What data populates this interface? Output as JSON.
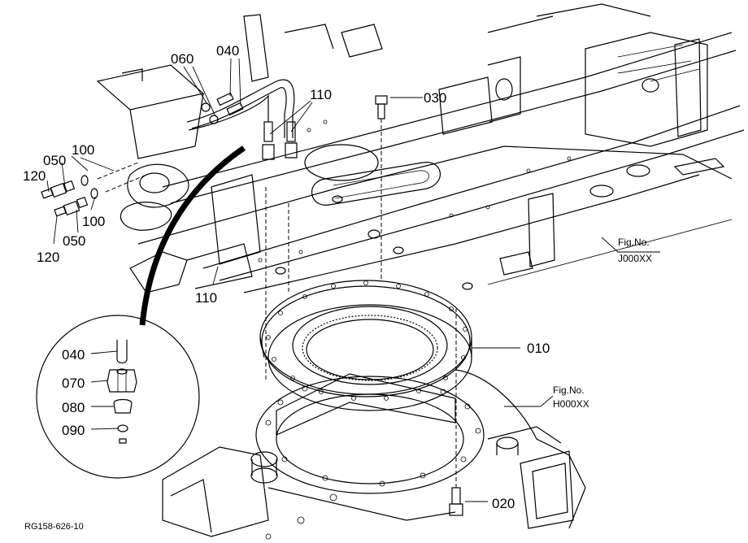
{
  "callouts": {
    "c060": "060",
    "c040_top": "040",
    "c110_top": "110",
    "c030": "030",
    "c100_top": "100",
    "c050_top": "050",
    "c120_top": "120",
    "c100_bottom": "100",
    "c050_bottom": "050",
    "c120_bottom": "120",
    "c110_bottom": "110",
    "c010": "010",
    "c020": "020",
    "c040_detail": "040",
    "c070": "070",
    "c080": "080",
    "c090": "090"
  },
  "figure_refs": {
    "j_fig": "Fig.No.",
    "j_code": "J000XX",
    "h_fig": "Fig.No.",
    "h_code": "H000XX"
  },
  "drawing_code": "RG158-626-10"
}
